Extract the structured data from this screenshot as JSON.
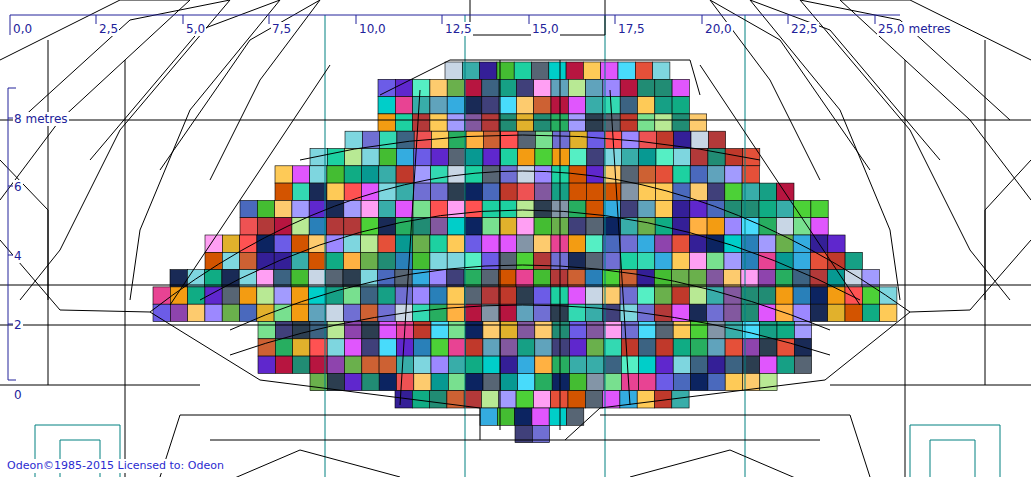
{
  "diagram": {
    "labels": [
      "0,0",
      "2,5",
      "5,0",
      "7,5",
      "10,0",
      "12,5",
      "15,0",
      "17,5",
      "20,0",
      "22,5",
      "25,0 metres",
      "8 metres",
      "6",
      "4",
      "2",
      "0",
      "Odeon©1985-2015  Licensed to: Odeon"
    ]
  }
}
